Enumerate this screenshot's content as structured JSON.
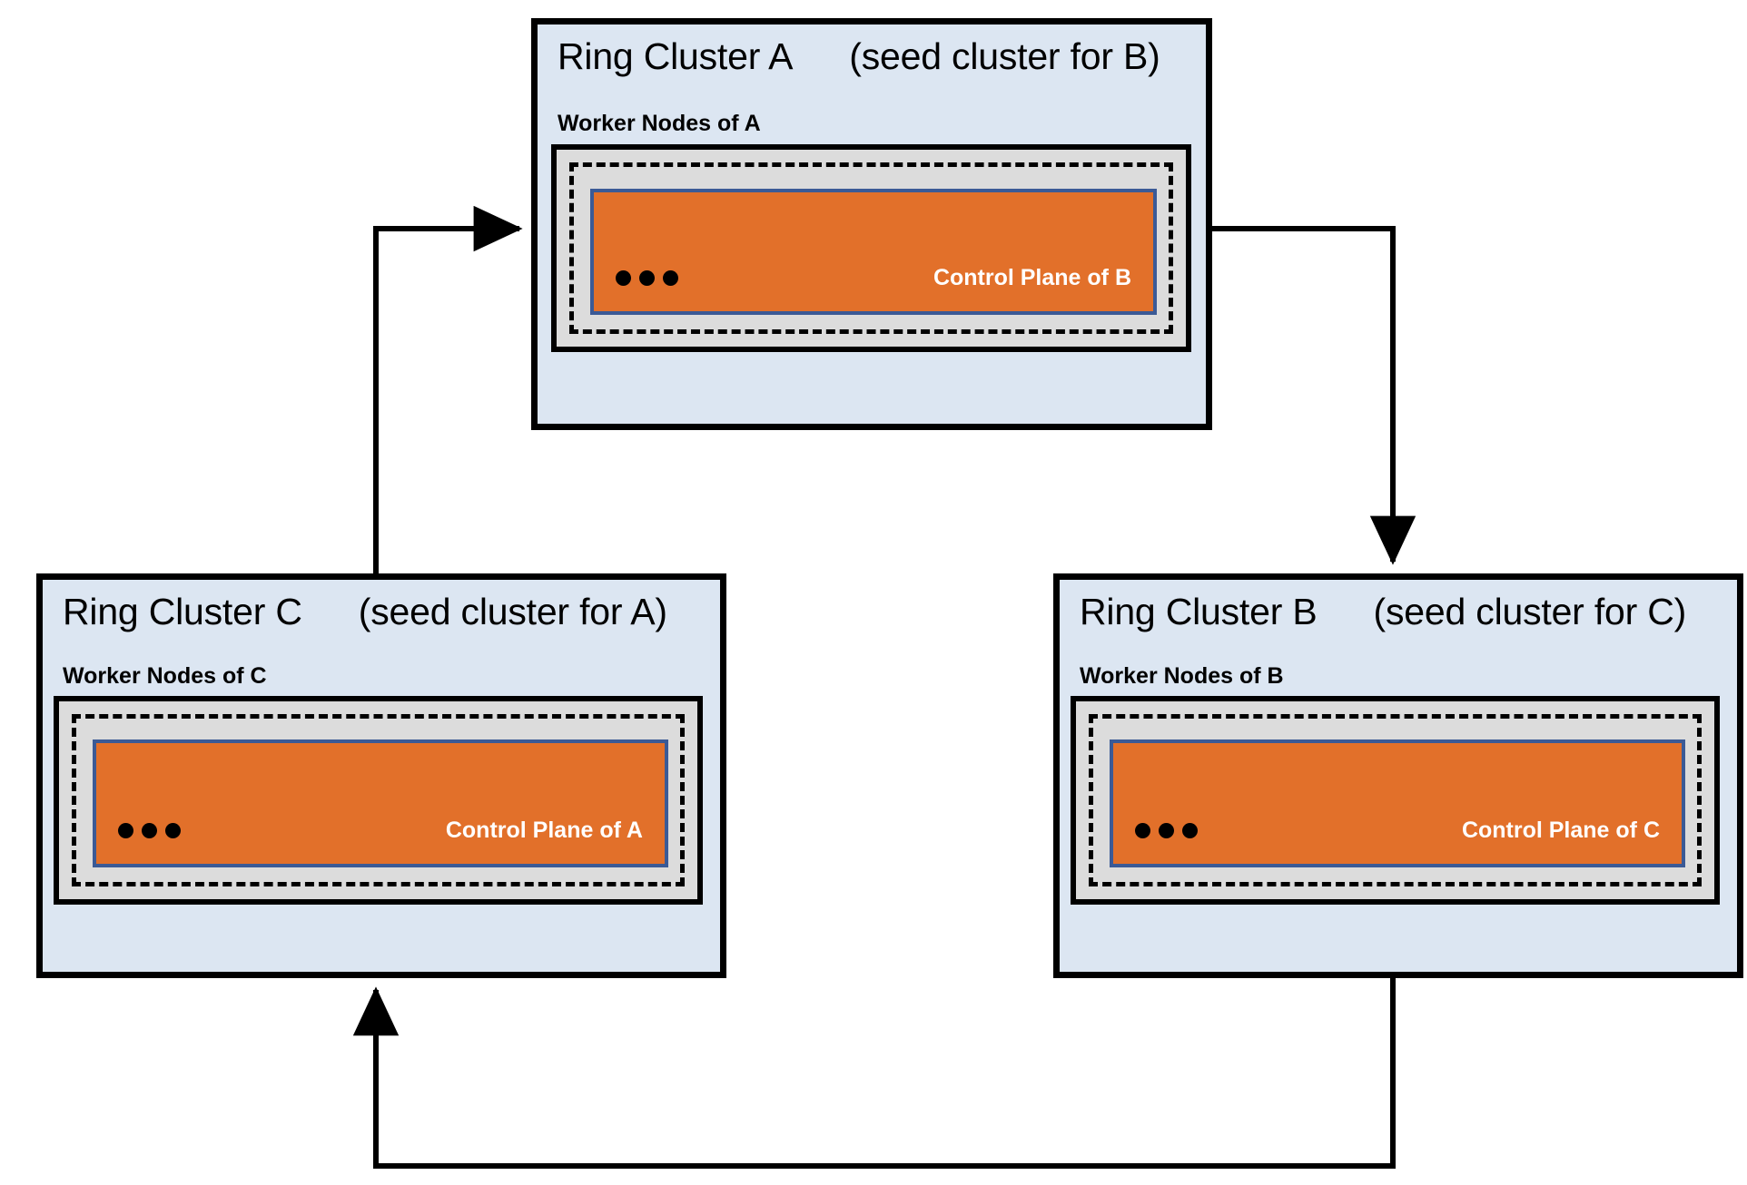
{
  "diagram": {
    "title_text_style": "ring topology of three seed clusters",
    "clusters": [
      {
        "id": "A",
        "name": "Ring Cluster A",
        "seed_note": "(seed cluster for B)",
        "worker_label": "Worker Nodes of A",
        "control_plane_label": "Control Plane of B",
        "ellipsis": "•••"
      },
      {
        "id": "C",
        "name": "Ring Cluster C",
        "seed_note": "(seed cluster for A)",
        "worker_label": "Worker Nodes of C",
        "control_plane_label": "Control Plane of A",
        "ellipsis": "•••"
      },
      {
        "id": "B",
        "name": "Ring Cluster B",
        "seed_note": "(seed cluster for C)",
        "worker_label": "Worker Nodes of B",
        "control_plane_label": "Control Plane of C",
        "ellipsis": "•••"
      }
    ],
    "arrows": [
      {
        "id": "c-to-a",
        "from": "Ring Cluster C",
        "to": "Ring Cluster A"
      },
      {
        "id": "a-to-b",
        "from": "Ring Cluster A",
        "to": "Ring Cluster B"
      },
      {
        "id": "b-to-c",
        "from": "Ring Cluster B",
        "to": "Ring Cluster C"
      }
    ],
    "colors": {
      "cluster_fill": "#dce6f2",
      "worker_fill": "#dcdcdc",
      "control_plane_fill": "#e2702a",
      "control_plane_border": "#3b5a96",
      "stroke": "#000000",
      "control_plane_text": "#ffffff",
      "page_background": "#ffffff"
    }
  }
}
